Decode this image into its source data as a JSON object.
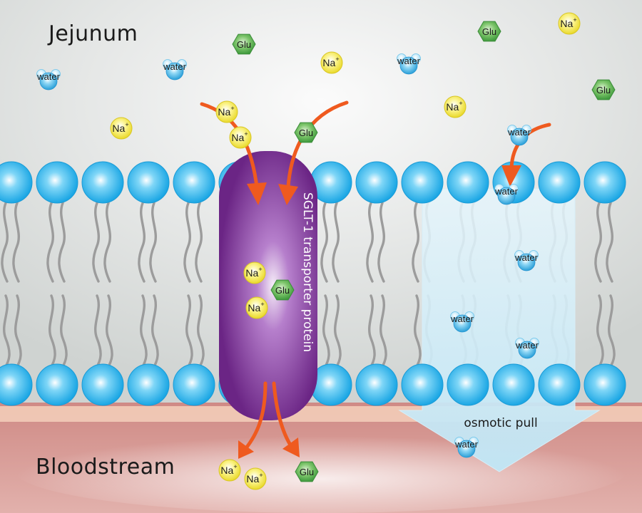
{
  "regions": {
    "top": "Jejunum",
    "bottom": "Bloodstream"
  },
  "protein_label": "SGLT-1 transporter protein",
  "channel_label": "osmotic pull",
  "molecules": {
    "water": "water",
    "sodium": {
      "base": "Na",
      "charge": "+"
    },
    "glucose": "Glu"
  },
  "colors": {
    "lumen_background": "#d9dcda",
    "blood_background": "#d9958f",
    "phospholipid_head": "#2ab4ea",
    "lipid_tail": "#9c9c9c",
    "protein": "#7a2f92",
    "arrow": "#ef5a1f",
    "sodium": "#f2e63a",
    "glucose": "#4aa74a",
    "water": "#2ea8dd",
    "osmotic_channel": "#bfe6f6"
  }
}
